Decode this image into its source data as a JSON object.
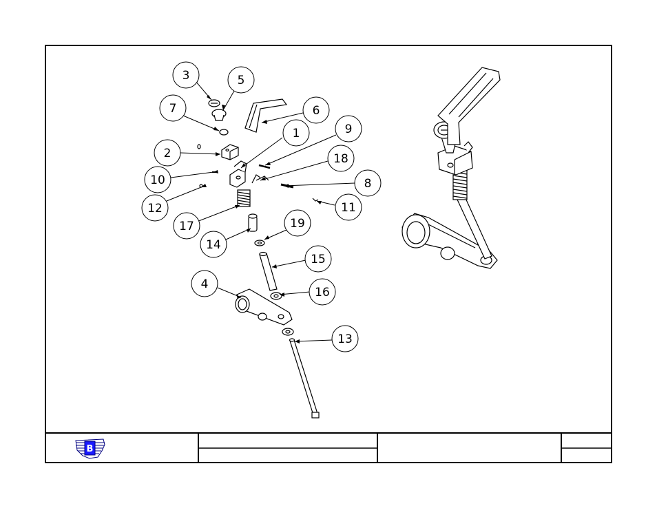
{
  "drawing": {
    "callouts": [
      {
        "id": "3",
        "label": "3"
      },
      {
        "id": "5",
        "label": "5"
      },
      {
        "id": "7",
        "label": "7"
      },
      {
        "id": "6",
        "label": "6"
      },
      {
        "id": "1",
        "label": "1"
      },
      {
        "id": "9",
        "label": "9"
      },
      {
        "id": "2",
        "label": "2"
      },
      {
        "id": "18",
        "label": "18"
      },
      {
        "id": "10",
        "label": "10"
      },
      {
        "id": "8",
        "label": "8"
      },
      {
        "id": "12",
        "label": "12"
      },
      {
        "id": "11",
        "label": "11"
      },
      {
        "id": "17",
        "label": "17"
      },
      {
        "id": "19",
        "label": "19"
      },
      {
        "id": "14",
        "label": "14"
      },
      {
        "id": "15",
        "label": "15"
      },
      {
        "id": "4",
        "label": "4"
      },
      {
        "id": "16",
        "label": "16"
      },
      {
        "id": "13",
        "label": "13"
      }
    ]
  },
  "title_block": {
    "logo_letter": "B",
    "logo_colors": {
      "primary": "#1a1aff",
      "accent": "#000080"
    }
  }
}
